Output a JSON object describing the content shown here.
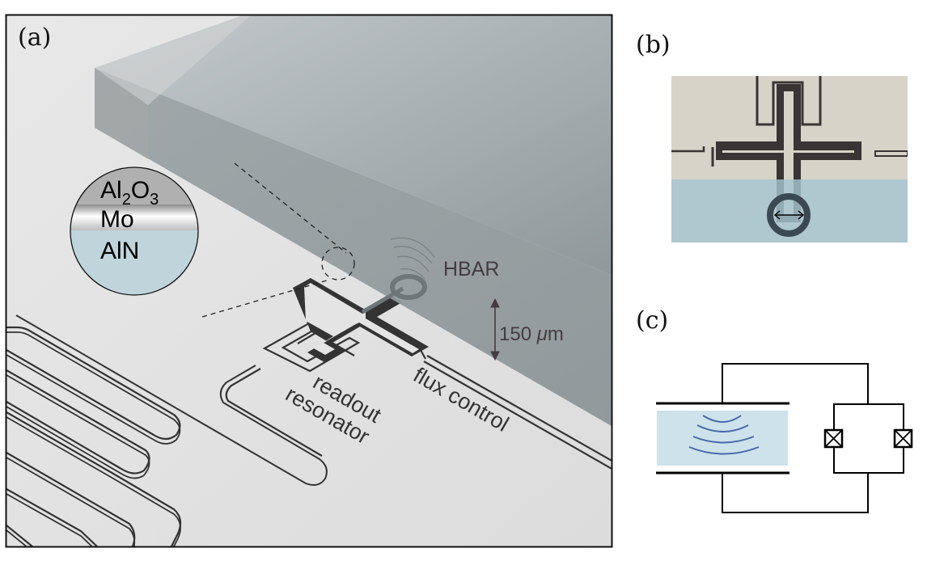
{
  "figure": {
    "panels": {
      "a": {
        "label": "(a)",
        "inset_layers": {
          "top": {
            "base": "Al",
            "sub1": "2",
            "mid": "O",
            "sub2": "3"
          },
          "middle": "Mo",
          "bottom": "AlN"
        },
        "labels": {
          "hbar": "HBAR",
          "thickness_value": "150 ",
          "thickness_unit_mu": "μ",
          "thickness_unit_m": "m",
          "readout_line1": "readout",
          "readout_line2": "resonator",
          "flux": "flux control"
        }
      },
      "b": {
        "label": "(b)"
      },
      "c": {
        "label": "(c)"
      }
    },
    "colors": {
      "substrate_light": "#e4e4e4",
      "slab_top": "#b6bfc3",
      "slab_front": "#8e979b",
      "slab_side": "#a6a6a6",
      "aln_blue": "#c0d4dc",
      "metal_dark": "#333333",
      "annotation": "#443c40",
      "wave_blue": "#3c5a9a",
      "circuit_blue": "#cde2ea"
    }
  }
}
